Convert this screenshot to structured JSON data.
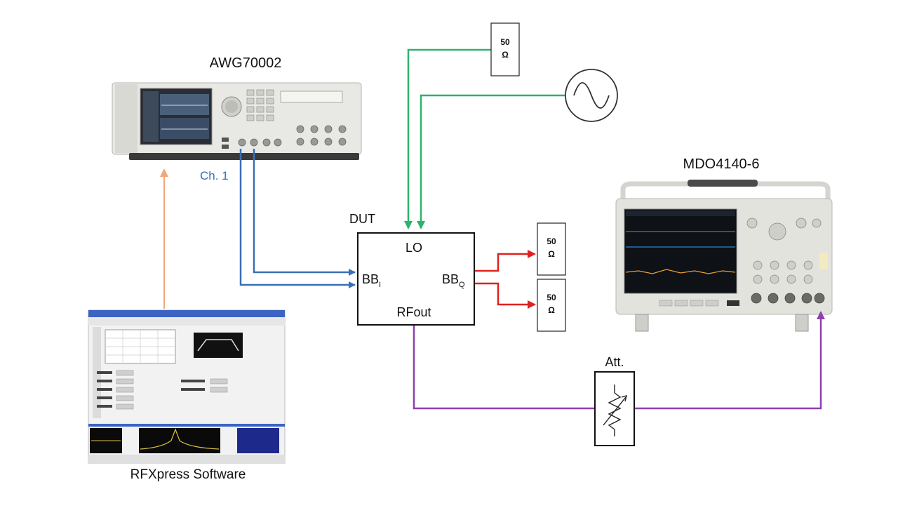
{
  "labels": {
    "awg_name": "AWG70002",
    "ch1": "Ch. 1",
    "dut_title": "DUT",
    "lo": "LO",
    "bb": "BB",
    "sub_i": "I",
    "sub_q": "Q",
    "rfout": "RFout",
    "mdo_name": "MDO4140-6",
    "att": "Att.",
    "software": "RFXpress Software"
  },
  "terminations": {
    "top": [
      "50",
      "Ω"
    ],
    "right_upper": [
      "50",
      "Ω"
    ],
    "right_lower": [
      "50",
      "Ω"
    ]
  },
  "colors": {
    "lo_path": "#2db36b",
    "baseband_path": "#3a6fb5",
    "rf_out_path": "#8e3fb0",
    "unused_outputs": "#e02020",
    "control_link": "#f0a878",
    "ch1_label": "#3a6fb5"
  },
  "icons": {
    "generator": "sine-source-icon",
    "attenuator": "resistor-icon",
    "awg": "awg-instrument-icon",
    "scope": "oscilloscope-icon",
    "software": "software-screenshot-icon"
  }
}
